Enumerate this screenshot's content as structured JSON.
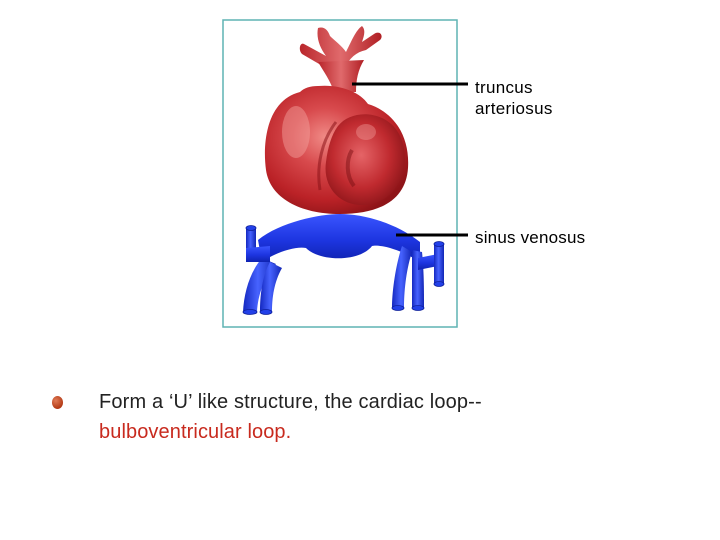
{
  "diagram": {
    "labels": {
      "truncus_line1": "truncus",
      "truncus_line2": "arteriosus",
      "sinus": "sinus venosus"
    },
    "colors": {
      "frame_border": "#5fb3b3",
      "heart_red": "#c62a2f",
      "vein_blue": "#1d35e0",
      "pointer_line": "#000000"
    }
  },
  "caption": {
    "line1": "Form a ‘U’ like structure, the cardiac loop--",
    "line2": "bulboventricular loop.",
    "bullet_color": "#c0431c",
    "highlight_color": "#c82a1e"
  }
}
